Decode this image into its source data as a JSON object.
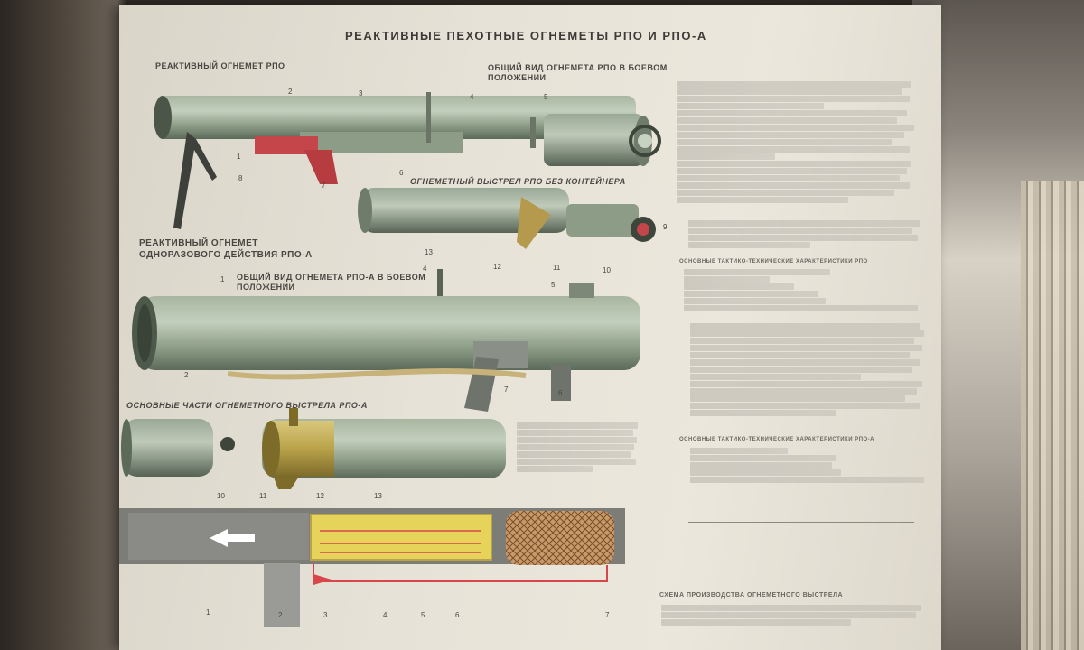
{
  "poster": {
    "title": "РЕАКТИВНЫЕ ПЕХОТНЫЕ  ОГНЕМЕТЫ РПО И РПО-А",
    "section_rpo": "РЕАКТИВНЫЙ ОГНЕМЕТ РПО",
    "view_rpo_line1": "ОБЩИЙ ВИД ОГНЕМЕТА РПО В БОЕВОМ",
    "view_rpo_line2": "ПОЛОЖЕНИИ",
    "shot_rpo": "ОГНЕМЕТНЫЙ  ВЫСТРЕЛ  РПО  БЕЗ  КОНТЕЙНЕРА",
    "section_rpoa_line1": "РЕАКТИВНЫЙ ОГНЕМЕТ",
    "section_rpoa_line2": "ОДНОРАЗОВОГО ДЕЙСТВИЯ РПО-А",
    "view_rpoa_line1": "ОБЩИЙ ВИД ОГНЕМЕТА РПО-А В БОЕВОМ",
    "view_rpoa_line2": "ПОЛОЖЕНИИ",
    "parts": "ОСНОВНЫЕ  ЧАСТИ  ОГНЕМЕТНОГО  ВЫСТРЕЛА  РПО-А",
    "ttx_rpo": "ОСНОВНЫЕ ТАКТИКО-ТЕХНИЧЕСКИЕ ХАРАКТЕРИСТИКИ РПО",
    "ttx_rpoa": "ОСНОВНЫЕ ТАКТИКО-ТЕХНИЧЕСКИЕ ХАРАКТЕРИСТИКИ РПО-А",
    "scheme": "СХЕМА ПРОИЗВОДСТВА ОГНЕМЕТНОГО ВЫСТРЕЛА"
  },
  "callouts": {
    "top": [
      "2",
      "3",
      "4",
      "5",
      "1",
      "8",
      "7",
      "6"
    ],
    "shot": [
      "9",
      "13",
      "12",
      "11",
      "10"
    ],
    "rpoa": [
      "4",
      "5",
      "1",
      "2",
      "6",
      "7"
    ],
    "parts": [
      "10",
      "11",
      "12",
      "13"
    ],
    "scheme": [
      "1",
      "2",
      "3",
      "4",
      "5",
      "6",
      "7"
    ]
  },
  "colors": {
    "paper": "#e6e2d7",
    "tube_green": "#8c9c86",
    "tube_shadow": "#5b6a59",
    "trigger_red": "#c4464a",
    "brass": "#b9a24a",
    "warhead_yellow": "#d9c35a",
    "scheme_gray": "#7d7d78",
    "scheme_red": "#d8454a"
  }
}
